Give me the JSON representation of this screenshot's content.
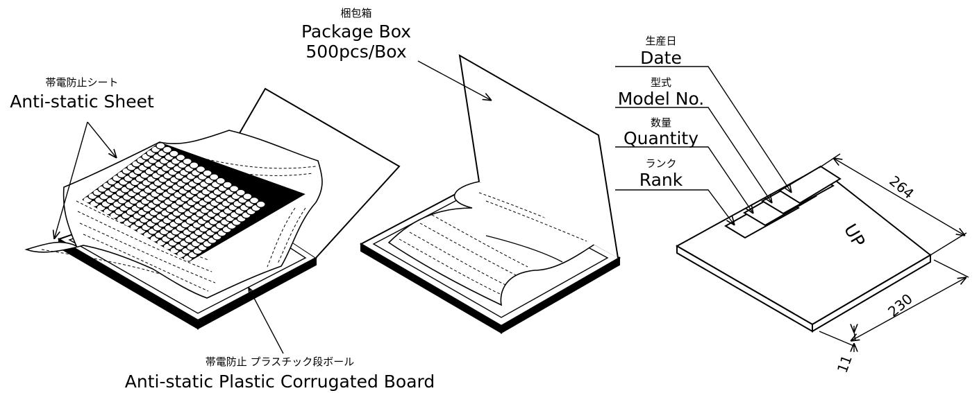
{
  "left_assembly": {
    "sheet_jp": "帯電防止シート",
    "sheet_en": "Anti-static Sheet",
    "board_jp": "帯電防止 プラスチック段ボール",
    "board_en": "Anti-static Plastic Corrugated Board"
  },
  "center_assembly": {
    "box_jp": "梱包箱",
    "box_en": "Package Box",
    "qty": "500pcs/Box"
  },
  "right_assembly": {
    "date_jp": "生産日",
    "date_en": "Date",
    "model_jp": "型式",
    "model_en": "Model No.",
    "quantity_jp": "数量",
    "quantity_en": "Quantity",
    "rank_jp": "ランク",
    "rank_en": "Rank",
    "up_mark": "UP",
    "dim_length": "264",
    "dim_width": "230",
    "dim_height": "11"
  }
}
